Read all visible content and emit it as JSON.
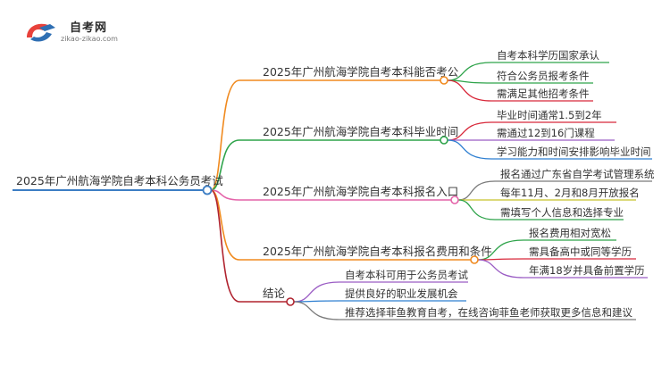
{
  "brand": {
    "name": "自考网",
    "url": "zikao-zikao.com",
    "colors": {
      "red": "#e8413a",
      "blue": "#2f6fb3"
    }
  },
  "root": {
    "label": "2025年广州航海学院自考本科公务员考试",
    "color": "#3d7ec4"
  },
  "branches": [
    {
      "label": "2025年广州航海学院自考本科能否考公",
      "color": "#f08a1f",
      "children": [
        {
          "label": "自考本科学历国家承认",
          "color": "#2ea34a"
        },
        {
          "label": "符合公务员报考条件",
          "color": "#2ea34a"
        },
        {
          "label": "需满足其他招考条件",
          "color": "#d8283a"
        }
      ]
    },
    {
      "label": "2025年广州航海学院自考本科毕业时间",
      "color": "#2ea34a",
      "children": [
        {
          "label": "毕业时间通常1.5到2年",
          "color": "#d8283a"
        },
        {
          "label": "需通过12到16门课程",
          "color": "#9a5cc4"
        },
        {
          "label": "学习能力和时间安排影响毕业时间",
          "color": "#2e7fd1"
        }
      ]
    },
    {
      "label": "2025年广州航海学院自考本科报名入口",
      "color": "#e463a9",
      "children": [
        {
          "label": "报名通过广东省自学考试管理系统",
          "color": "#7a7a7a"
        },
        {
          "label": "每年11月、2月和8月开放报名",
          "color": "#c7c22a"
        },
        {
          "label": "需填写个人信息和选择专业",
          "color": "#2ea34a"
        }
      ]
    },
    {
      "label": "2025年广州航海学院自考本科报名费用和条件",
      "color": "#f08a1f",
      "children": [
        {
          "label": "报名费用相对宽松",
          "color": "#2ea34a"
        },
        {
          "label": "需具备高中或同等学历",
          "color": "#d8283a"
        },
        {
          "label": "年满18岁并具备前置学历",
          "color": "#9a5cc4"
        }
      ]
    },
    {
      "label": "结论",
      "color": "#b0232f",
      "children": [
        {
          "label": "自考本科可用于公务员考试",
          "color": "#9a5cc4"
        },
        {
          "label": "提供良好的职业发展机会",
          "color": "#2e7fd1"
        },
        {
          "label": "推荐选择菲鱼教育自考，在线咨询菲鱼老师获取更多信息和建议",
          "color": "#7a7a7a"
        }
      ]
    }
  ]
}
